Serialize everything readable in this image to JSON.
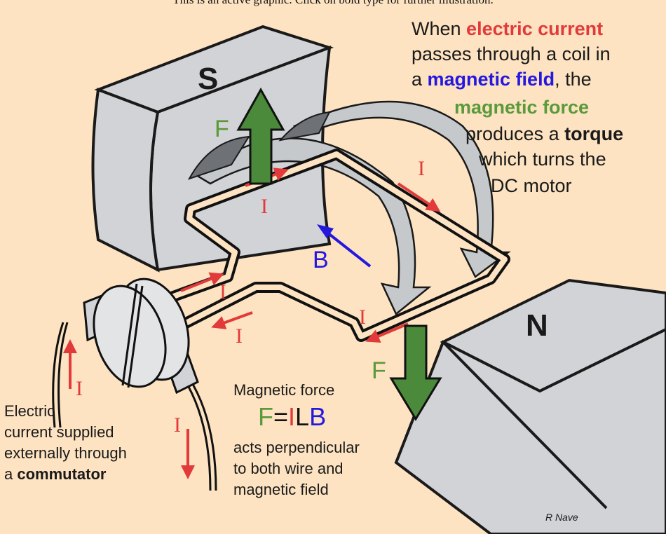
{
  "header": {
    "note": "This is an active graphic. Click on bold type for further illustration."
  },
  "intro": {
    "line1_pre": "When ",
    "line1_em": "electric current",
    "line2": "passes through a  coil in",
    "line3_pre": "a ",
    "line3_em": "magnetic field",
    "line3_post": ", the",
    "line4_em": "magnetic force",
    "line5_pre": "produces a ",
    "line5_em": "torque",
    "line6": "which turns the",
    "line7": "DC motor"
  },
  "poles": {
    "south": "S",
    "north": "N"
  },
  "labels": {
    "force": "F",
    "field": "B",
    "current": "I"
  },
  "formula": {
    "heading": "Magnetic force",
    "f": "F",
    "eq": "=",
    "i": "I",
    "l": "L",
    "b": "B",
    "line1": "acts perpendicular",
    "line2": "to both wire and",
    "line3": "magnetic field"
  },
  "commutator_note": {
    "line1": "Electric",
    "line2": "current supplied",
    "line3": "externally through",
    "line4_pre": "a ",
    "line4_em": "commutator"
  },
  "credit": "R Nave",
  "colors": {
    "background": "#fde3c2",
    "current_red": "#e23a3a",
    "field_blue": "#2418e0",
    "force_green": "#4a8a3a",
    "magnet_gray": "#d1d3d6"
  }
}
